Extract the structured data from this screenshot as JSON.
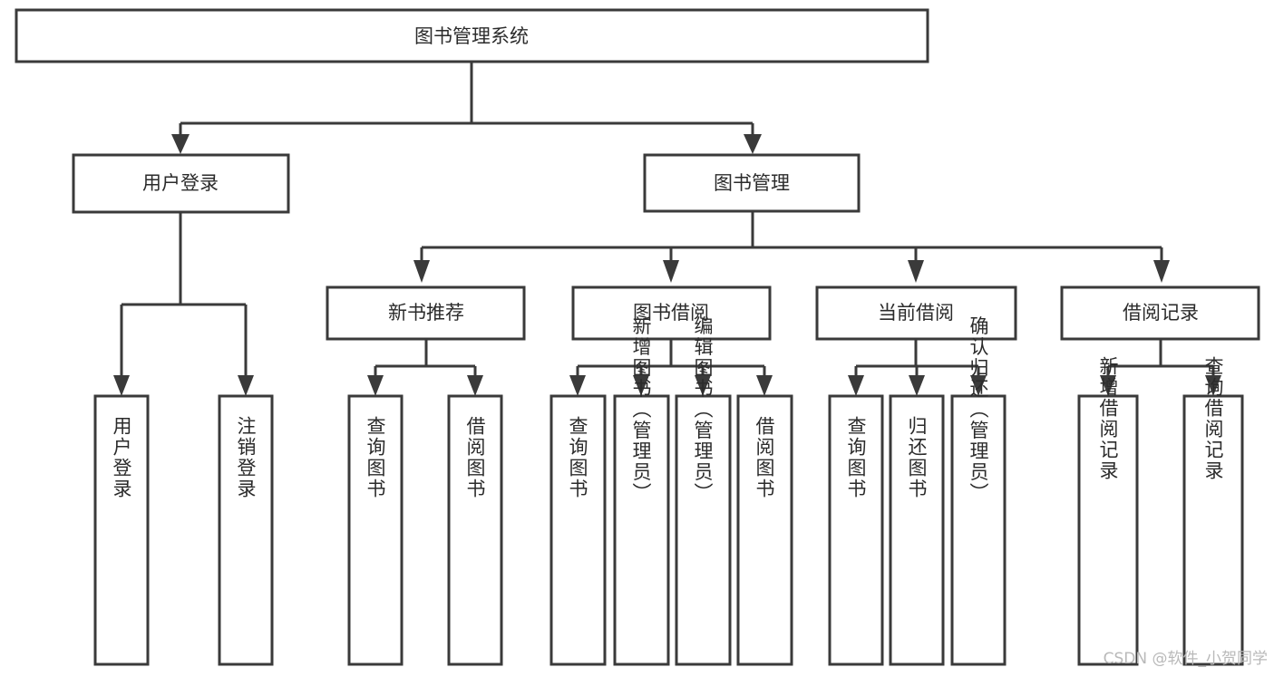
{
  "diagram": {
    "type": "hierarchy-tree",
    "title": "图书管理系统",
    "watermark": "CSDN @软件_小贺同学",
    "colors": {
      "stroke": "#3a3a3a",
      "fill": "#ffffff",
      "text": "#2b2b2b",
      "watermark": "#b9b9b9"
    },
    "root": {
      "label": "图书管理系统",
      "children": [
        {
          "label": "用户登录",
          "children": [
            {
              "label": "用户登录"
            },
            {
              "label": "注销登录"
            }
          ]
        },
        {
          "label": "图书管理",
          "children": [
            {
              "label": "新书推荐",
              "children": [
                {
                  "label": "查询图书"
                },
                {
                  "label": "借阅图书"
                }
              ]
            },
            {
              "label": "图书借阅",
              "children": [
                {
                  "label": "查询图书"
                },
                {
                  "label": "新增图书（管理员）"
                },
                {
                  "label": "编辑图书（管理员）"
                },
                {
                  "label": "借阅图书"
                }
              ]
            },
            {
              "label": "当前借阅",
              "children": [
                {
                  "label": "查询图书"
                },
                {
                  "label": "归还图书"
                },
                {
                  "label": "确认归还（管理员）"
                }
              ]
            },
            {
              "label": "借阅记录",
              "children": [
                {
                  "label": "新增借阅记录"
                },
                {
                  "label": "查询借阅记录"
                }
              ]
            }
          ]
        }
      ]
    },
    "nodes": {
      "root_title": "图书管理系统",
      "user_login_group": "用户登录",
      "book_manage_group": "图书管理",
      "new_book_group": "新书推荐",
      "book_borrow_group": "图书借阅",
      "current_borrow_group": "当前借阅",
      "borrow_record_group": "借阅记录",
      "leaf_user_login": "用户登录",
      "leaf_user_logout": "注销登录",
      "leaf_nb_query": "查询图书",
      "leaf_nb_borrow": "借阅图书",
      "leaf_bb_query": "查询图书",
      "leaf_bb_add": "新增图书（管理员）",
      "leaf_bb_edit": "编辑图书（管理员）",
      "leaf_bb_borrow": "借阅图书",
      "leaf_cb_query": "查询图书",
      "leaf_cb_return": "归还图书",
      "leaf_cb_confirm": "确认归还（管理员）",
      "leaf_br_add": "新增借阅记录",
      "leaf_br_query": "查询借阅记录"
    }
  }
}
